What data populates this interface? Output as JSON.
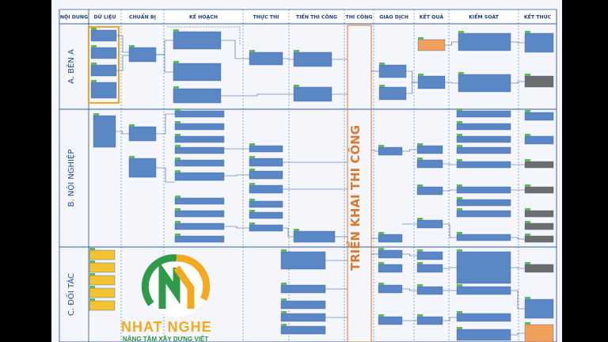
{
  "columns": [
    "NỘI DUNG",
    "DỮ LIỆU",
    "CHUẨN BỊ",
    "KẾ HOẠCH",
    "THỰC THI",
    "TIẾN THI CÔNG",
    "THI CÔNG",
    "GIAO DỊCH",
    "KẾT QUẢ",
    "KIỂM SOÁT",
    "KẾT THÚC"
  ],
  "lanes": [
    "A. BÊN A",
    "B. NỘI NGHIỆP",
    "C. ĐỐI TÁC"
  ],
  "center_label": "TRIỂN KHAI THI CÔNG",
  "logo": {
    "name": "NHAT NGHE",
    "tagline": "NÂNG TẦM XÂY DỰNG VIỆT"
  },
  "colors": {
    "box": "#5b87c5",
    "accent": "#f0a05a",
    "gray": "#6d6d6d",
    "yellow": "#f2c230",
    "line": "#2f5fa7"
  }
}
